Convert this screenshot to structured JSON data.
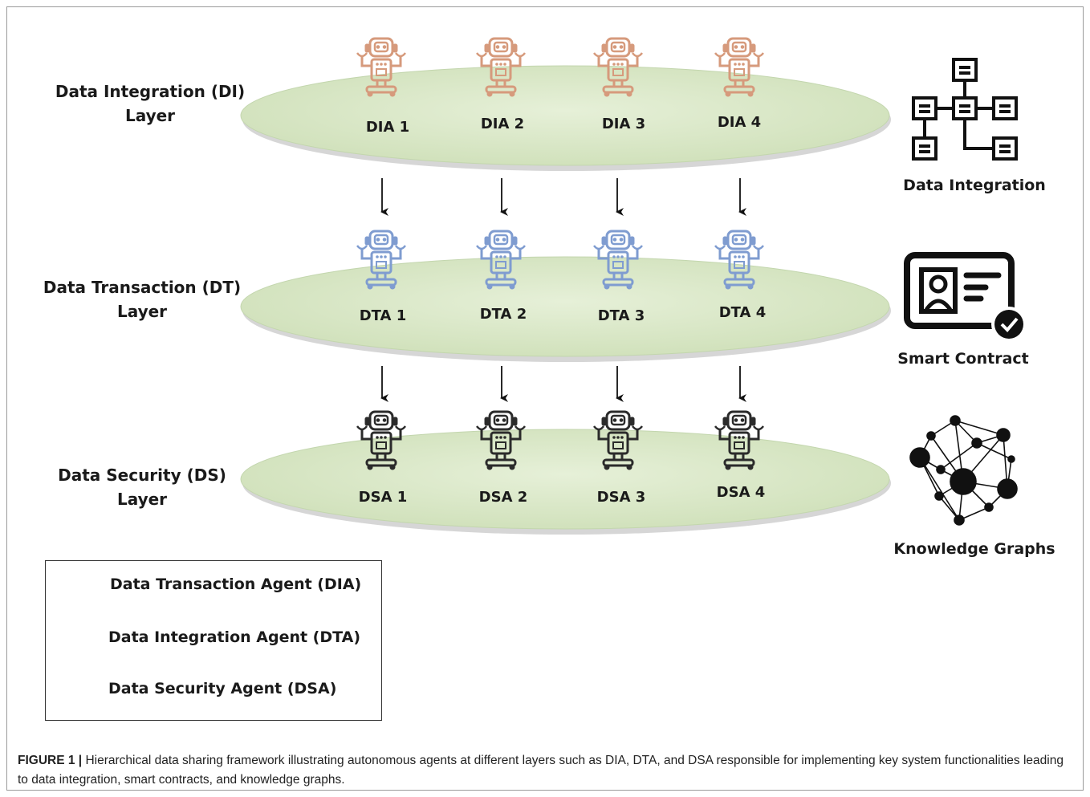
{
  "layers": [
    {
      "label_line1": "Data Integration (DI)",
      "label_line2": "Layer",
      "agents": [
        "DIA 1",
        "DIA 2",
        "DIA 3",
        "DIA 4"
      ],
      "color": "#d69a7c"
    },
    {
      "label_line1": "Data Transaction (DT)",
      "label_line2": "Layer",
      "agents": [
        "DTA 1",
        "DTA 2",
        "DTA 3",
        "DTA 4"
      ],
      "color": "#7f9cd0"
    },
    {
      "label_line1": "Data Security (DS)",
      "label_line2": "Layer",
      "agents": [
        "DSA 1",
        "DSA 2",
        "DSA 3",
        "DSA 4"
      ],
      "color": "#2b2b2b"
    }
  ],
  "side_items": [
    {
      "label": "Data Integration",
      "icon": "hierarchy-icon"
    },
    {
      "label": "Smart Contract",
      "icon": "contract-icon"
    },
    {
      "label": "Knowledge Graphs",
      "icon": "network-graph-icon"
    }
  ],
  "legend": [
    {
      "label": "Data Transaction Agent (DIA)",
      "color": "#d69a7c"
    },
    {
      "label": "Data Integration Agent (DTA)",
      "color": "#7f9cd0"
    },
    {
      "label": "Data Security Agent (DSA)",
      "color": "#2b2b2b"
    }
  ],
  "caption": {
    "figure": "FIGURE 1 |",
    "text": " Hierarchical data sharing framework illustrating autonomous agents at different layers such as DIA, DTA, and DSA responsible for implementing key system functionalities leading to data integration, smart contracts, and knowledge graphs."
  },
  "colors": {
    "ellipse_fill": "#dde9cc",
    "ellipse_edge": "#c3d6ae",
    "shadow": "#b8b8b8"
  }
}
